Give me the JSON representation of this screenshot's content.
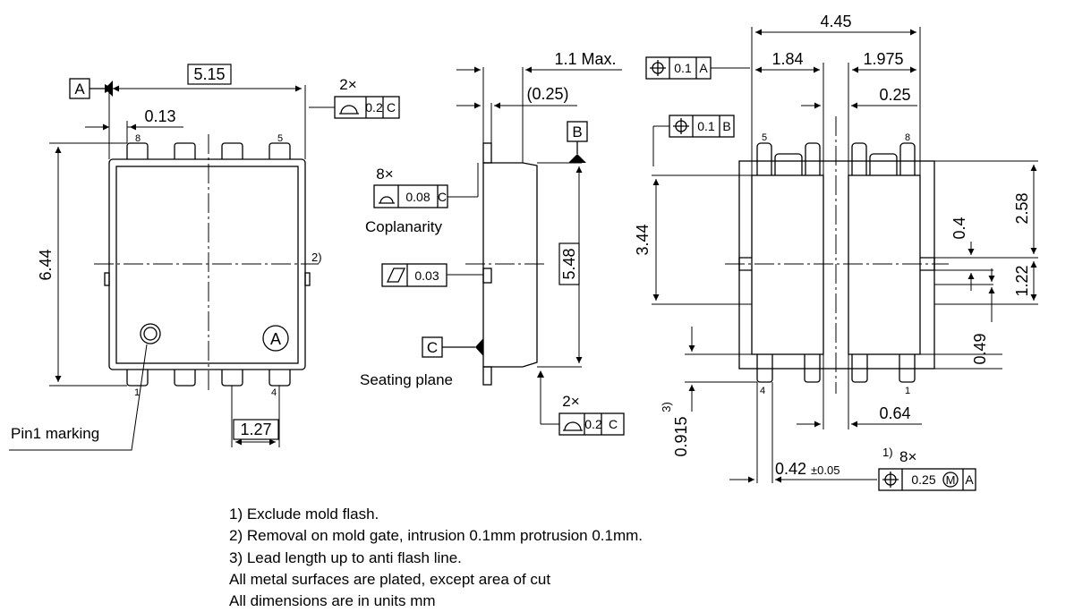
{
  "drawing": {
    "top_view": {
      "datum_a": "A",
      "width": "5.15",
      "pin_offset": "0.13",
      "height": "6.44",
      "pitch": "1.27",
      "flatness_count": "2×",
      "flatness_value": "0.2",
      "flatness_ref": "C",
      "note2_ref": "2)",
      "pin_8": "8",
      "pin_5": "5",
      "pin_1": "1",
      "pin_4": "4",
      "marking_letter": "A",
      "pin1_label": "Pin1 marking"
    },
    "side_view": {
      "height_max": "1.1 Max.",
      "standoff": "(0.25)",
      "datum_b": "B",
      "length": "5.48",
      "coplanarity_count": "8×",
      "coplanarity_value": "0.08",
      "coplanarity_ref": "C",
      "coplanarity_label": "Coplanarity",
      "parallelism_value": "0.03",
      "datum_c": "C",
      "seating_label": "Seating plane",
      "flatness_count": "2×",
      "flatness_value": "0.2",
      "flatness_ref": "C"
    },
    "footprint": {
      "overall": "4.45",
      "left_width": "1.84",
      "right_width": "1.975",
      "gap": "0.25",
      "pos_a_value": "0.1",
      "pos_a_ref": "A",
      "pos_b_value": "0.1",
      "pos_b_ref": "B",
      "pad_height": "3.44",
      "top_height": "2.58",
      "gate_height": "0.4",
      "gate_span": "1.22",
      "lead_height": "0.49",
      "lead_length": "0.915",
      "lead_note": "3)",
      "slot": "0.64",
      "lead_width": "0.42",
      "lead_tol": "±0.05",
      "lead_note1": "1)",
      "lead_count": "8×",
      "pos_m_value": "0.25",
      "pos_m_mod": "M",
      "pos_m_ref": "A",
      "pin_5": "5",
      "pin_8": "8",
      "pin_4": "4",
      "pin_1": "1"
    }
  },
  "notes": [
    "1) Exclude mold flash.",
    "2) Removal on mold gate, intrusion 0.1mm protrusion 0.1mm.",
    "3) Lead length up to anti flash line.",
    "All metal surfaces are plated, except area of cut",
    "All dimensions are in units mm"
  ]
}
